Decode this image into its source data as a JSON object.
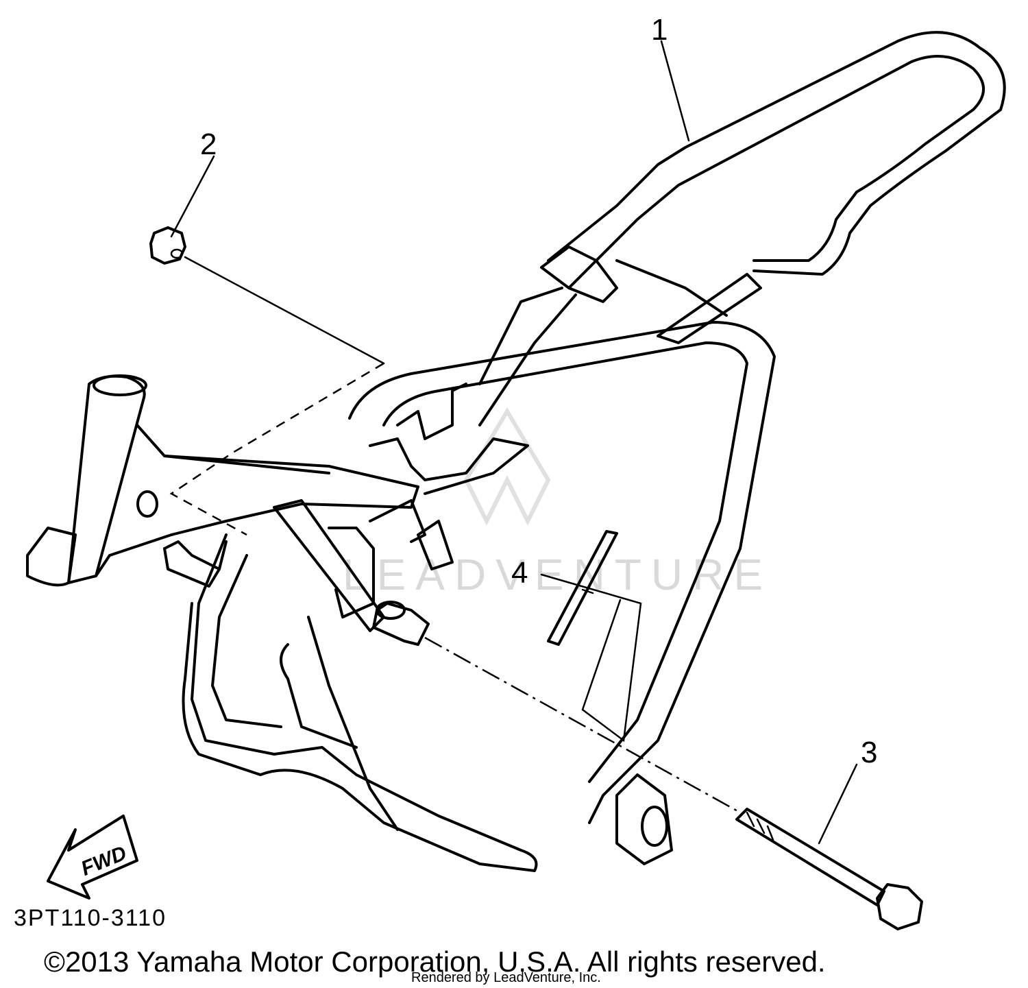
{
  "diagram": {
    "callouts": [
      {
        "id": "1",
        "label": "1"
      },
      {
        "id": "2",
        "label": "2"
      },
      {
        "id": "3",
        "label": "3"
      },
      {
        "id": "4",
        "label": "4"
      }
    ],
    "direction_label": "FWD",
    "diagram_code": "3PT110-3110",
    "watermark": "LEADVENTURE",
    "copyright": "©2013 Yamaha Motor Corporation, U.S.A. All rights reserved.",
    "render_note": "Rendered by LeadVenture, Inc."
  }
}
